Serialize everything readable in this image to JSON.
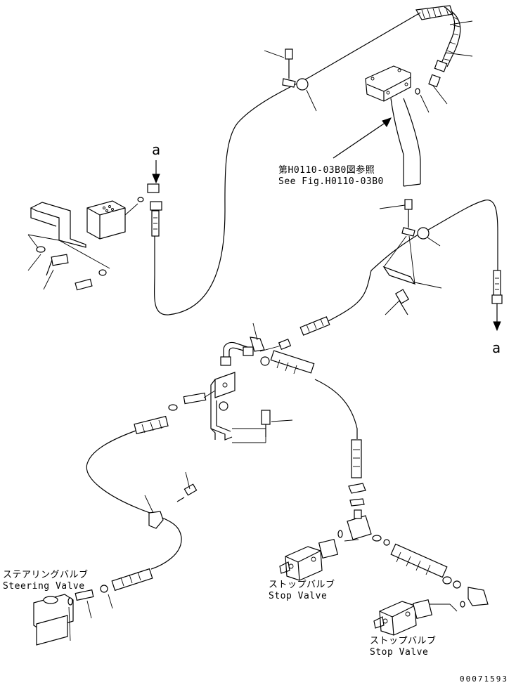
{
  "labels": {
    "ref_fig_jp": "第H0110-03B0図参照",
    "ref_fig_en": "See Fig.H0110-03B0",
    "steering_valve_jp": "ステアリングバルブ",
    "steering_valve_en": "Steering Valve",
    "stop_valve_1_jp": "ストップバルブ",
    "stop_valve_1_en": "Stop Valve",
    "stop_valve_2_jp": "ストップバルブ",
    "stop_valve_2_en": "Stop Valve",
    "callout_a_top": "a",
    "callout_a_right": "a",
    "drawing_number": "00071593"
  }
}
